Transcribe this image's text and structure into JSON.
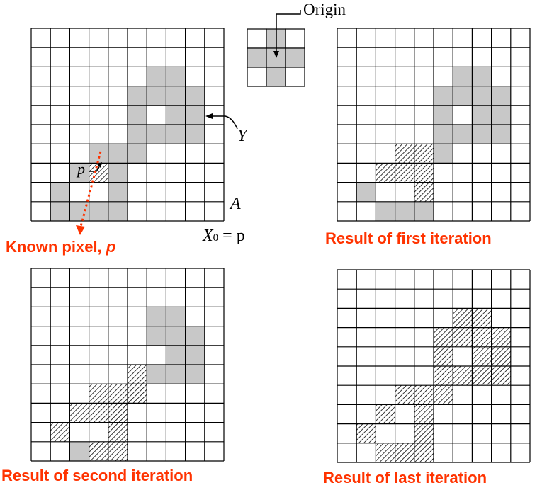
{
  "origin_label": "Origin",
  "y_label": "Y",
  "a_label": "A",
  "p_label": "p",
  "x0_equation": {
    "lhs": "X",
    "sub": "0",
    "rhs": "= p"
  },
  "known_pixel_label": {
    "text": "Known pixel, ",
    "var": "p"
  },
  "captions": {
    "first": "Result of first iteration",
    "second": "Result of second iteration",
    "last": "Result of last iteration"
  },
  "colors": {
    "gray": "#c8c8c8",
    "grid_line": "#000000",
    "annotation_red": "#ff3300"
  },
  "grid_size": 10,
  "structuring_element": {
    "rows": 3,
    "cols": 3,
    "gray_cells": [
      [
        0,
        1
      ],
      [
        1,
        0
      ],
      [
        1,
        1
      ],
      [
        1,
        2
      ],
      [
        2,
        1
      ]
    ]
  },
  "panels": [
    {
      "id": "set-a",
      "gray": [
        [
          2,
          6
        ],
        [
          2,
          7
        ],
        [
          3,
          5
        ],
        [
          3,
          6
        ],
        [
          3,
          7
        ],
        [
          3,
          8
        ],
        [
          4,
          5
        ],
        [
          4,
          7
        ],
        [
          4,
          8
        ],
        [
          5,
          5
        ],
        [
          5,
          6
        ],
        [
          5,
          7
        ],
        [
          5,
          8
        ],
        [
          6,
          3
        ],
        [
          6,
          4
        ],
        [
          6,
          5
        ],
        [
          7,
          2
        ],
        [
          7,
          4
        ],
        [
          8,
          1
        ],
        [
          8,
          4
        ],
        [
          9,
          1
        ],
        [
          9,
          2
        ],
        [
          9,
          3
        ],
        [
          9,
          4
        ]
      ],
      "hatched": [
        [
          7,
          3
        ]
      ]
    },
    {
      "id": "first-iteration",
      "gray": [
        [
          2,
          6
        ],
        [
          2,
          7
        ],
        [
          3,
          5
        ],
        [
          3,
          6
        ],
        [
          3,
          7
        ],
        [
          3,
          8
        ],
        [
          4,
          5
        ],
        [
          4,
          7
        ],
        [
          4,
          8
        ],
        [
          5,
          5
        ],
        [
          5,
          6
        ],
        [
          5,
          7
        ],
        [
          5,
          8
        ],
        [
          6,
          5
        ],
        [
          8,
          1
        ],
        [
          9,
          2
        ],
        [
          9,
          3
        ],
        [
          9,
          4
        ]
      ],
      "hatched": [
        [
          6,
          3
        ],
        [
          6,
          4
        ],
        [
          7,
          2
        ],
        [
          7,
          3
        ],
        [
          7,
          4
        ],
        [
          8,
          4
        ]
      ]
    },
    {
      "id": "second-iteration",
      "gray": [
        [
          2,
          6
        ],
        [
          2,
          7
        ],
        [
          3,
          6
        ],
        [
          3,
          7
        ],
        [
          3,
          8
        ],
        [
          4,
          7
        ],
        [
          4,
          8
        ],
        [
          5,
          6
        ],
        [
          5,
          7
        ],
        [
          5,
          8
        ],
        [
          9,
          2
        ]
      ],
      "hatched": [
        [
          5,
          5
        ],
        [
          6,
          3
        ],
        [
          6,
          4
        ],
        [
          6,
          5
        ],
        [
          7,
          2
        ],
        [
          7,
          3
        ],
        [
          7,
          4
        ],
        [
          8,
          1
        ],
        [
          8,
          4
        ],
        [
          9,
          3
        ],
        [
          9,
          4
        ]
      ]
    },
    {
      "id": "last-iteration",
      "gray": [],
      "hatched": [
        [
          2,
          6
        ],
        [
          2,
          7
        ],
        [
          3,
          5
        ],
        [
          3,
          6
        ],
        [
          3,
          7
        ],
        [
          3,
          8
        ],
        [
          4,
          5
        ],
        [
          4,
          7
        ],
        [
          4,
          8
        ],
        [
          5,
          5
        ],
        [
          5,
          6
        ],
        [
          5,
          7
        ],
        [
          5,
          8
        ],
        [
          6,
          3
        ],
        [
          6,
          4
        ],
        [
          6,
          5
        ],
        [
          7,
          2
        ],
        [
          7,
          4
        ],
        [
          8,
          1
        ],
        [
          8,
          4
        ],
        [
          9,
          2
        ],
        [
          9,
          3
        ],
        [
          9,
          4
        ]
      ]
    }
  ]
}
